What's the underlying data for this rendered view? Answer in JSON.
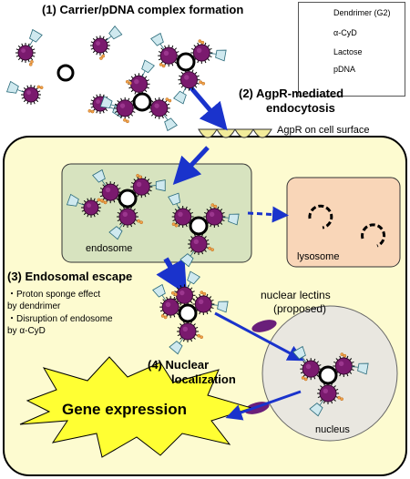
{
  "steps": {
    "step1": "(1) Carrier/pDNA complex formation",
    "step2_line1": "(2) AgpR-mediated",
    "step2_line2": "endocytosis",
    "step3": "(3) Endosomal escape",
    "step4_line1": "(4) Nuclear",
    "step4_line2": "localization"
  },
  "legend": {
    "dendrimer": "Dendrimer (G2)",
    "cyd": "α-CyD",
    "lactose": "Lactose",
    "pdna": "pDNA"
  },
  "labels": {
    "agpr": "AgpR on cell surface",
    "endosome": "endosome",
    "lysosome": "lysosome",
    "nuclear_lectins_1": "nuclear lectins",
    "nuclear_lectins_2": "(proposed)",
    "nucleus": "nucleus",
    "gene_expression": "Gene expression"
  },
  "escape_notes": [
    "・Proton sponge effect",
    "  by dendrimer",
    "・Disruption of endosome",
    "  by α-CyD"
  ],
  "colors": {
    "cell_fill": "#fdfbd0",
    "endosome_fill": "#d7e3bf",
    "lysosome_fill": "#f9d6b8",
    "nucleus_fill": "#e9e7e0",
    "dendrimer": "#7a1a6e",
    "arrow": "#1a33cc",
    "burst": "#ffff33",
    "receptor": "#f2ec9a",
    "lectin": "#6a1f7a"
  }
}
